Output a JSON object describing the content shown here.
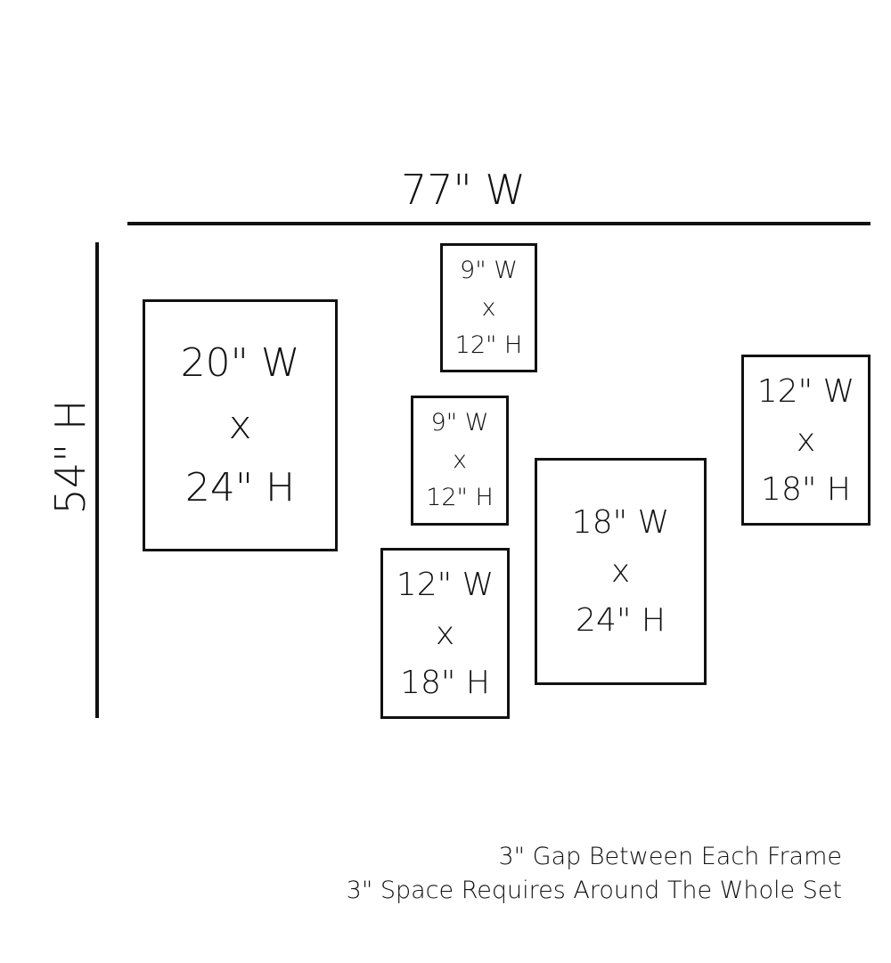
{
  "dimensions": {
    "total_width": "77\" W",
    "total_height": "54\" H"
  },
  "frames": [
    {
      "width": "20\" W",
      "sep": "x",
      "height": "24\" H"
    },
    {
      "width": "9\" W",
      "sep": "x",
      "height": "12\" H"
    },
    {
      "width": "9\" W",
      "sep": "x",
      "height": "12\" H"
    },
    {
      "width": "12\" W",
      "sep": "x",
      "height": "18\" H"
    },
    {
      "width": "18\" W",
      "sep": "x",
      "height": "24\" H"
    },
    {
      "width": "12\" W",
      "sep": "x",
      "height": "18\" H"
    }
  ],
  "notes": {
    "gap": "3\" Gap Between Each Frame",
    "space": "3\" Space Requires Around The Whole Set"
  }
}
